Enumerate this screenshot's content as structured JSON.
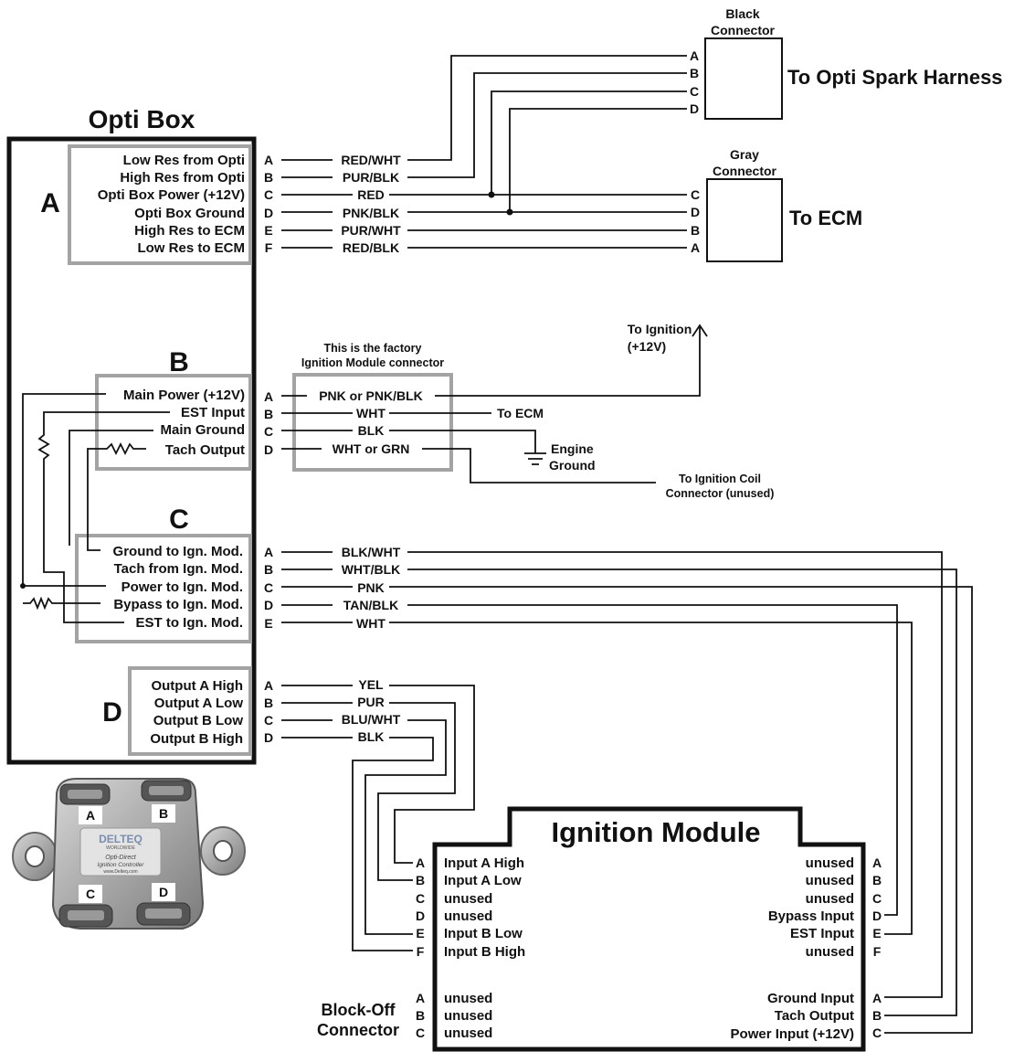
{
  "opti_box": {
    "title": "Opti Box",
    "groups": [
      {
        "letter": "A",
        "pins": [
          {
            "pin": "A",
            "label": "Low Res from Opti",
            "wire": "RED/WHT"
          },
          {
            "pin": "B",
            "label": "High Res from Opti",
            "wire": "PUR/BLK"
          },
          {
            "pin": "C",
            "label": "Opti Box Power (+12V)",
            "wire": "RED"
          },
          {
            "pin": "D",
            "label": "Opti Box Ground",
            "wire": "PNK/BLK"
          },
          {
            "pin": "E",
            "label": "High Res to ECM",
            "wire": "PUR/WHT"
          },
          {
            "pin": "F",
            "label": "Low Res to ECM",
            "wire": "RED/BLK"
          }
        ]
      },
      {
        "letter": "B",
        "pins": [
          {
            "pin": "A",
            "label": "Main Power (+12V)",
            "wire": "PNK or PNK/BLK"
          },
          {
            "pin": "B",
            "label": "EST Input",
            "wire": "WHT"
          },
          {
            "pin": "C",
            "label": "Main Ground",
            "wire": "BLK"
          },
          {
            "pin": "D",
            "label": "Tach Output",
            "wire": "WHT or GRN"
          }
        ]
      },
      {
        "letter": "C",
        "pins": [
          {
            "pin": "A",
            "label": "Ground to Ign. Mod.",
            "wire": "BLK/WHT"
          },
          {
            "pin": "B",
            "label": "Tach from Ign. Mod.",
            "wire": "WHT/BLK"
          },
          {
            "pin": "C",
            "label": "Power to Ign. Mod.",
            "wire": "PNK"
          },
          {
            "pin": "D",
            "label": "Bypass to Ign. Mod.",
            "wire": "TAN/BLK"
          },
          {
            "pin": "E",
            "label": "EST to Ign. Mod.",
            "wire": "WHT"
          }
        ]
      },
      {
        "letter": "D",
        "pins": [
          {
            "pin": "A",
            "label": "Output A High",
            "wire": "YEL"
          },
          {
            "pin": "B",
            "label": "Output A Low",
            "wire": "PUR"
          },
          {
            "pin": "C",
            "label": "Output B Low",
            "wire": "BLU/WHT"
          },
          {
            "pin": "D",
            "label": "Output B High",
            "wire": "BLK"
          }
        ]
      }
    ]
  },
  "black_connector": {
    "name_line1": "Black",
    "name_line2": "Connector",
    "pins": [
      "A",
      "B",
      "C",
      "D"
    ],
    "destination": "To Opti Spark Harness"
  },
  "gray_connector": {
    "name_line1": "Gray",
    "name_line2": "Connector",
    "pins": [
      "C",
      "D",
      "B",
      "A"
    ],
    "destination": "To ECM"
  },
  "factory_connector": {
    "caption_line1": "This is the factory",
    "caption_line2": "Ignition Module connector"
  },
  "annotations": {
    "to_ignition_line1": "To Ignition",
    "to_ignition_line2": "(+12V)",
    "to_ecm": "To ECM",
    "engine_ground_line1": "Engine",
    "engine_ground_line2": "Ground",
    "coil_line1": "To Ignition Coil",
    "coil_line2": "Connector (unused)"
  },
  "ignition_module": {
    "title": "Ignition  Module",
    "left_pins": [
      {
        "pin": "A",
        "label": "Input A High"
      },
      {
        "pin": "B",
        "label": "Input A Low"
      },
      {
        "pin": "C",
        "label": "unused"
      },
      {
        "pin": "D",
        "label": "unused"
      },
      {
        "pin": "E",
        "label": "Input B Low"
      },
      {
        "pin": "F",
        "label": "Input B High"
      }
    ],
    "right_pins": [
      {
        "pin": "A",
        "label": "unused"
      },
      {
        "pin": "B",
        "label": "unused"
      },
      {
        "pin": "C",
        "label": "unused"
      },
      {
        "pin": "D",
        "label": "Bypass Input"
      },
      {
        "pin": "E",
        "label": "EST Input"
      },
      {
        "pin": "F",
        "label": "unused"
      }
    ],
    "blockoff_pins": [
      {
        "pin": "A",
        "label": "unused"
      },
      {
        "pin": "B",
        "label": "unused"
      },
      {
        "pin": "C",
        "label": "unused"
      }
    ],
    "bottom_right_pins": [
      {
        "pin": "A",
        "label": "Ground Input"
      },
      {
        "pin": "B",
        "label": "Tach Output"
      },
      {
        "pin": "C",
        "label": "Power Input (+12V)"
      }
    ],
    "blockoff_line1": "Block-Off",
    "blockoff_line2": "Connector"
  },
  "photo": {
    "ports": [
      "A",
      "B",
      "C",
      "D"
    ],
    "logo": "DELTEQ",
    "logo_sub": "WORLDWIDE",
    "caption_line1": "Opti-Direct",
    "caption_line2": "Ignition Controller",
    "url": "www.Delteq.com"
  }
}
